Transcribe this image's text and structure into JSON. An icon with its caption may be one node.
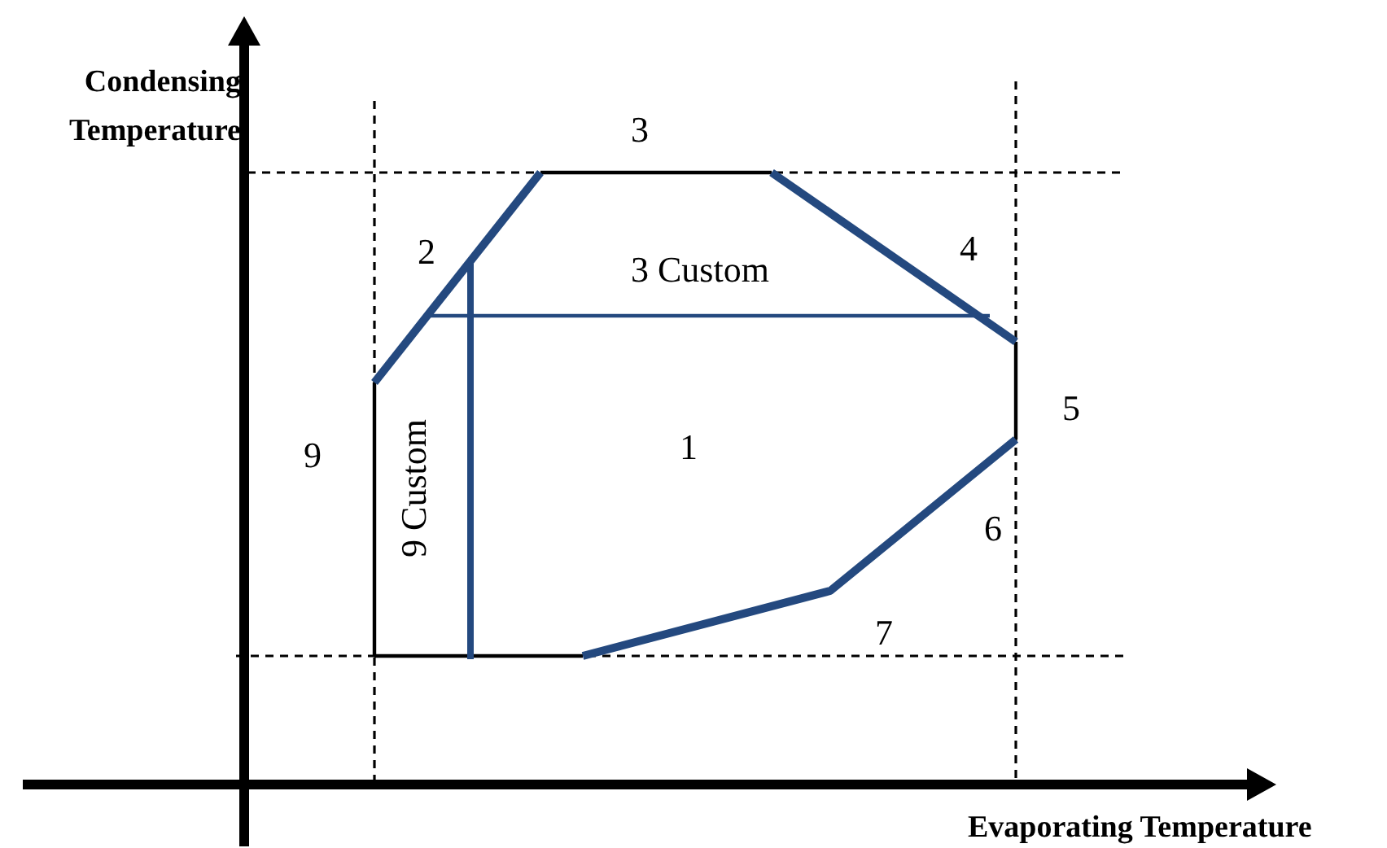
{
  "diagram": {
    "labels": [
      "Condensing Temperature",
      "3",
      "2",
      "3 Custom",
      "4",
      "5",
      "9",
      "1",
      "9 Custom",
      "6",
      "7",
      "Evaporating Temperature"
    ]
  }
}
